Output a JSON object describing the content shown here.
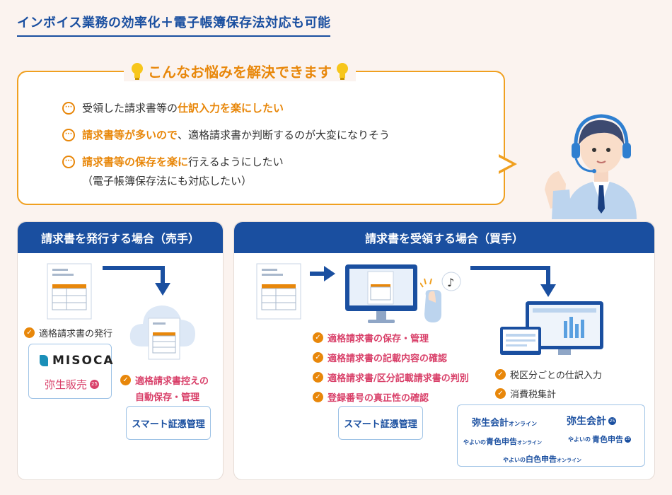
{
  "heading": "インボイス業務の効率化＋電子帳簿保存法対応も可能",
  "bubble": {
    "title": "こんなお悩みを解決できます",
    "items": [
      {
        "pre": "受領した請求書等の",
        "hl": "仕訳入力を楽にしたい",
        "post": ""
      },
      {
        "pre": "",
        "hl": "請求書等が多いので",
        "post": "、適格請求書か判断するのが大変になりそう"
      },
      {
        "pre": "",
        "hl": "請求書等の保存を楽に",
        "post": "行えるようにしたい"
      }
    ],
    "sub": "（電子帳簿保存法にも対応したい）"
  },
  "seller": {
    "title": "請求書を発行する場合（売手）",
    "check1": "適格請求書の発行",
    "misoca": "MISOCA",
    "yayoi_sales": "弥生販売",
    "check2_line1": "適格請求書控えの",
    "check2_line2": "自動保存・管理",
    "smart": "スマート証憑管理"
  },
  "buyer": {
    "title": "請求書を受領する場合（買手）",
    "checks": [
      "適格請求書の保存・管理",
      "適格請求書の記載内容の確認",
      "適格請求書/区分記載請求書の判別",
      "登録番号の真正性の確認"
    ],
    "smart": "スマート証憑管理",
    "right_checks": [
      "税区分ごとの仕訳入力",
      "消費税集計"
    ],
    "products": {
      "row1a": "弥生会計",
      "row1a_suffix": "オンライン",
      "row1b": "弥生会計",
      "row2a_pre": "やよいの",
      "row2a": "青色申告",
      "row2a_suffix": "オンライン",
      "row2b_pre": "やよいの",
      "row2b": "青色申告",
      "row3_pre": "やよいの",
      "row3": "白色申告",
      "row3_suffix": "オンライン"
    }
  },
  "badge": "25",
  "colors": {
    "accent": "#e8870a",
    "brand": "#1a4fa0",
    "pink": "#d9416a"
  }
}
